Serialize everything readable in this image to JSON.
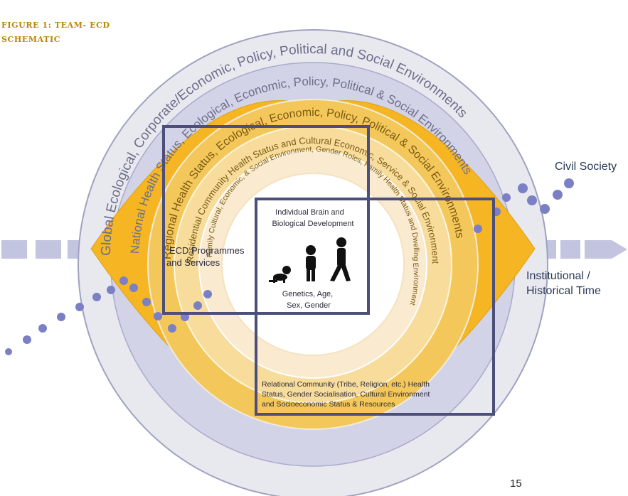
{
  "figure_label": {
    "line1": "FIGURE 1: TEAM- ECD",
    "line2": "SCHEMATIC"
  },
  "rings": {
    "global": "Global Ecological, Corporate/Economic, Policy, Political and Social Environments",
    "national": "National Health Status, Ecological, Economic, Policy, Political & Social Environments",
    "regional": "Regional Health Status, Ecological, Economic, Policy, Political & Social Environments",
    "residential": "Residential Community Health Status and Cultural Economic, Service & Social Environments",
    "family": "Family Cultural, Economic, & Social Environment, Gender Roles, Family Health Status and Dwelling Environment"
  },
  "core": {
    "top_line1": "Individual Brain and",
    "top_line2": "Biological Development",
    "bottom_line1": "Genetics, Age,",
    "bottom_line2": "Sex, Gender"
  },
  "ecd_box": {
    "line1": "ECD Programmes",
    "line2": "and Services"
  },
  "relational_box": {
    "line1": "Relational Community (Tribe, Religion, etc.) Health",
    "line2": "Status, Gender Socialisation, Cultural Environment",
    "line3": "and Socioeconomic Status & Resources"
  },
  "side_labels": {
    "civil_society": "Civil Society",
    "time_line1": "Institutional /",
    "time_line2": "Historical Time"
  },
  "page_number": "15",
  "colors": {
    "outer_ring": "#e8e8ef",
    "national_ring": "#d2d3e6",
    "eye_orange": "#f6b523",
    "regional_ring": "#f4c75a",
    "residential_ring": "#f7dc9c",
    "family_ring": "#f9ead0",
    "core": "#ffffff",
    "box_stroke": "#4b4f7a",
    "arrow": "#c3c4e0",
    "dots": "#7b80c4"
  },
  "icons": [
    "baby-crawling-icon",
    "toddler-standing-icon",
    "adult-walking-icon"
  ]
}
